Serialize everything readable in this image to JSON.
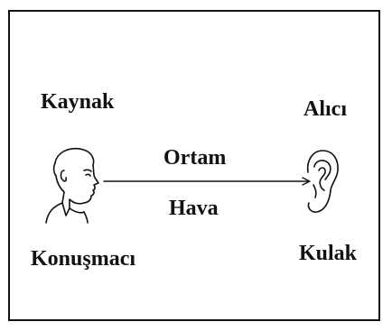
{
  "diagram": {
    "source": "Kaynak",
    "receiver": "Alıcı",
    "medium": "Ortam",
    "medium_value": "Hava",
    "speaker": "Konuşmacı",
    "ear": "Kulak"
  },
  "icons": {
    "speaker": "speaker-head-icon",
    "ear": "ear-icon",
    "arrow": "arrow-right-icon"
  },
  "colors": {
    "stroke": "#111111",
    "background": "#ffffff"
  }
}
